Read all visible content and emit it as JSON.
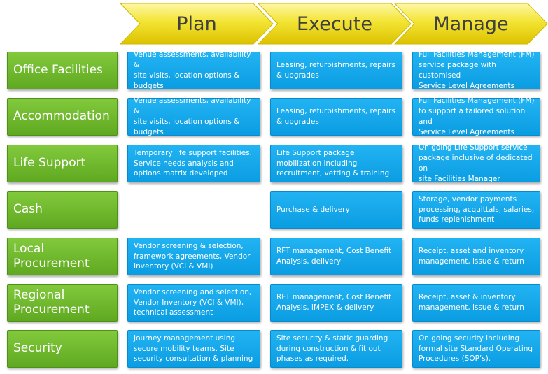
{
  "phases": [
    {
      "label": "Plan"
    },
    {
      "label": "Execute"
    },
    {
      "label": "Manage"
    }
  ],
  "colors": {
    "chevron_top": "#fbf28a",
    "chevron_bottom": "#e3cc00",
    "row_label": "#6bb82a",
    "cell": "#14a8ec"
  },
  "rows": [
    {
      "label": "Office Facilities",
      "plan": "Venue assessments, availability &\nsite visits, location options &\nbudgets",
      "execute": "Leasing, refurbishments,  repairs\n& upgrades",
      "manage": "Full Facilities Management (FM)\nservice package with customised\nService Level Agreements"
    },
    {
      "label": "Accommodation",
      "plan": "Venue assessments, availability &\nsite visits, location options &\nbudgets",
      "execute": "Leasing, refurbishments,  repairs\n& upgrades",
      "manage": "Full Facilities Management (FM)\nto support a tailored solution and\nService Level Agreements"
    },
    {
      "label": "Life Support",
      "plan": "Temporary life support facilities.\nService needs analysis and\noptions matrix developed",
      "execute": "Life Support package\nmobilization including\nrecruitment,  vetting & training",
      "manage": "On going Life Support service\npackage inclusive of dedicated on\nsite Facilities Manager"
    },
    {
      "label": "Cash",
      "plan": "",
      "execute": "Purchase & delivery",
      "manage": "Storage, vendor payments\nprocessing, acquittals, salaries,\nfunds replenishment"
    },
    {
      "label": "Local\nProcurement",
      "plan": "Vendor screening & selection,\nframework agreements,  Vendor\nInventory (VCI & VMI)",
      "execute": "RFT management,  Cost Benefit\nAnalysis, delivery",
      "manage": "Receipt, asset and inventory\nmanagement, issue & return"
    },
    {
      "label": "Regional\nProcurement",
      "plan": "Vendor screening and selection,\nVendor Inventory (VCI & VMI),\ntechnical assessment",
      "execute": "RFT management,  Cost Benefit\nAnalysis, IMPEX & delivery",
      "manage": "Receipt, asset & inventory\nmanagement, issue & return"
    },
    {
      "label": "Security",
      "plan": "Journey management  using\nsecure mobility teams.  Site\nsecurity consultation & planning",
      "execute": "Site security & static guarding\nduring construction & fit out\nphases as required.",
      "manage": "On going security including\nformal site Standard Operating\nProcedures (SOP’s)."
    }
  ]
}
